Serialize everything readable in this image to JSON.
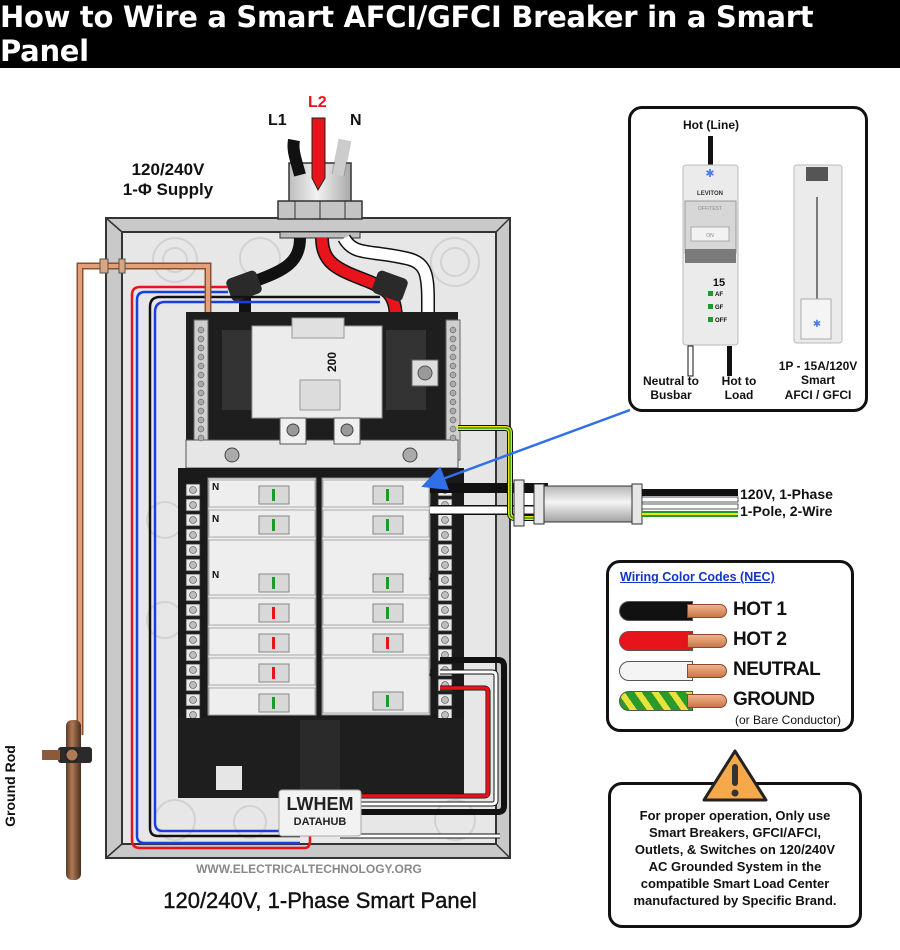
{
  "title": "How to Wire a Smart AFCI/GFCI Breaker in a Smart Panel",
  "supply": {
    "voltage": "120/240V",
    "phase": "1-Φ Supply",
    "lines": {
      "l1": "L1",
      "l2": "L2",
      "n": "N"
    }
  },
  "panel": {
    "main_breaker_rating": "200",
    "datahub": {
      "name": "LWHEM",
      "sub": "DATAHUB"
    },
    "watermark": "WWW.ELECTRICALTECHNOLOGY.ORG",
    "caption": "120/240V, 1-Phase Smart Panel",
    "neutral_marker": "N"
  },
  "ground_rod_label": "Ground Rod",
  "branch_circuit": {
    "line1": "120V, 1-Phase",
    "line2": "1-Pole, 2-Wire"
  },
  "breaker_detail": {
    "hot_line": "Hot (Line)",
    "brand": "LEVITON",
    "handle_top": "OFF/TEST",
    "handle_bottom": "ON",
    "rating": "15",
    "indicators": [
      "AF",
      "GF",
      "OFF"
    ],
    "neutral_label": [
      "Neutral to",
      "Busbar"
    ],
    "hot_load_label": [
      "Hot to",
      "Load"
    ],
    "spec_label": [
      "1P - 15A/120V",
      "Smart",
      "AFCI / GFCI"
    ]
  },
  "color_codes": {
    "title": "Wiring Color Codes (NEC)",
    "items": [
      {
        "label": "HOT 1",
        "color": "#111111"
      },
      {
        "label": "HOT 2",
        "color": "#e8141b"
      },
      {
        "label": "NEUTRAL",
        "color": "#f4f4f4"
      },
      {
        "label": "GROUND",
        "color": "#2a9a2a",
        "note": "(or Bare Conductor)"
      }
    ]
  },
  "warning": {
    "lines": [
      "For proper operation, Only use",
      "Smart Breakers, GFCI/AFCI,",
      "Outlets, & Switches on 120/240V",
      "AC Grounded System in the",
      "compatible Smart Load Center",
      "manufactured by Specific Brand."
    ]
  },
  "colors": {
    "hot1": "#111111",
    "hot2": "#e8141b",
    "neutral": "#ffffff",
    "ground_green": "#1f9a2a",
    "ground_yellow": "#f2e600",
    "copper": "#d9875a",
    "arrow": "#2f6fe8",
    "data_blue": "#1a3fe0"
  }
}
